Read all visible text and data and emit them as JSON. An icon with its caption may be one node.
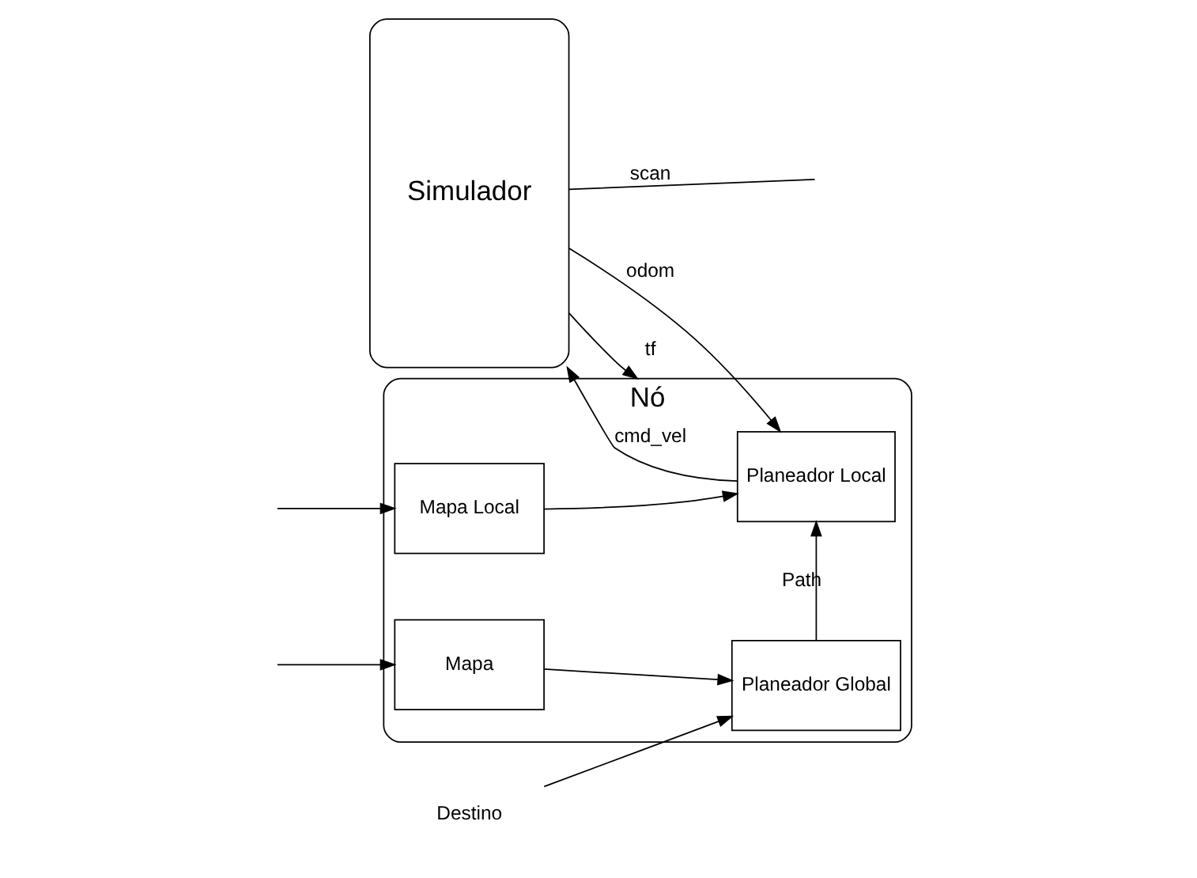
{
  "diagram": {
    "nodes": [
      {
        "text": [
          "Simulador"
        ]
      },
      {
        "text": [
          "Nó"
        ]
      },
      {
        "text": [
          "Planeador Global"
        ],
        "in": 1
      },
      {
        "text": [
          "Mapa"
        ],
        "in": 1
      },
      {
        "text": [
          "Planeador Local"
        ],
        "in": 1
      },
      {
        "text": [
          "Mapa Local"
        ],
        "in": 1
      },
      {
        "text": [
          "Destino"
        ]
      }
    ],
    "edges": [
      {
        "from": 6,
        "to": 2,
        "arrow": "to"
      },
      {
        "from": 3,
        "to": 2,
        "arrow": "to"
      },
      {
        "from": 2,
        "to": 4,
        "arrow": "to",
        "label": "Path"
      },
      {
        "from": 5,
        "to": 4,
        "arrow": "to"
      },
      {
        "from": 0,
        "to": 1,
        "arrow": "to",
        "label": "tf"
      },
      {
        "from": 0,
        "to": 4,
        "arrow": "to",
        "label": "odom"
      },
      {
        "from": 4,
        "to": 0,
        "arrow": "to",
        "label": "cmd_vel"
      },
      {
        "from": null,
        "to": 3,
        "arrow": "to"
      },
      {
        "from": null,
        "to": 5,
        "arrow": "to"
      },
      {
        "from": 0,
        "to": null,
        "arrow": "none",
        "label": "scan"
      }
    ]
  }
}
